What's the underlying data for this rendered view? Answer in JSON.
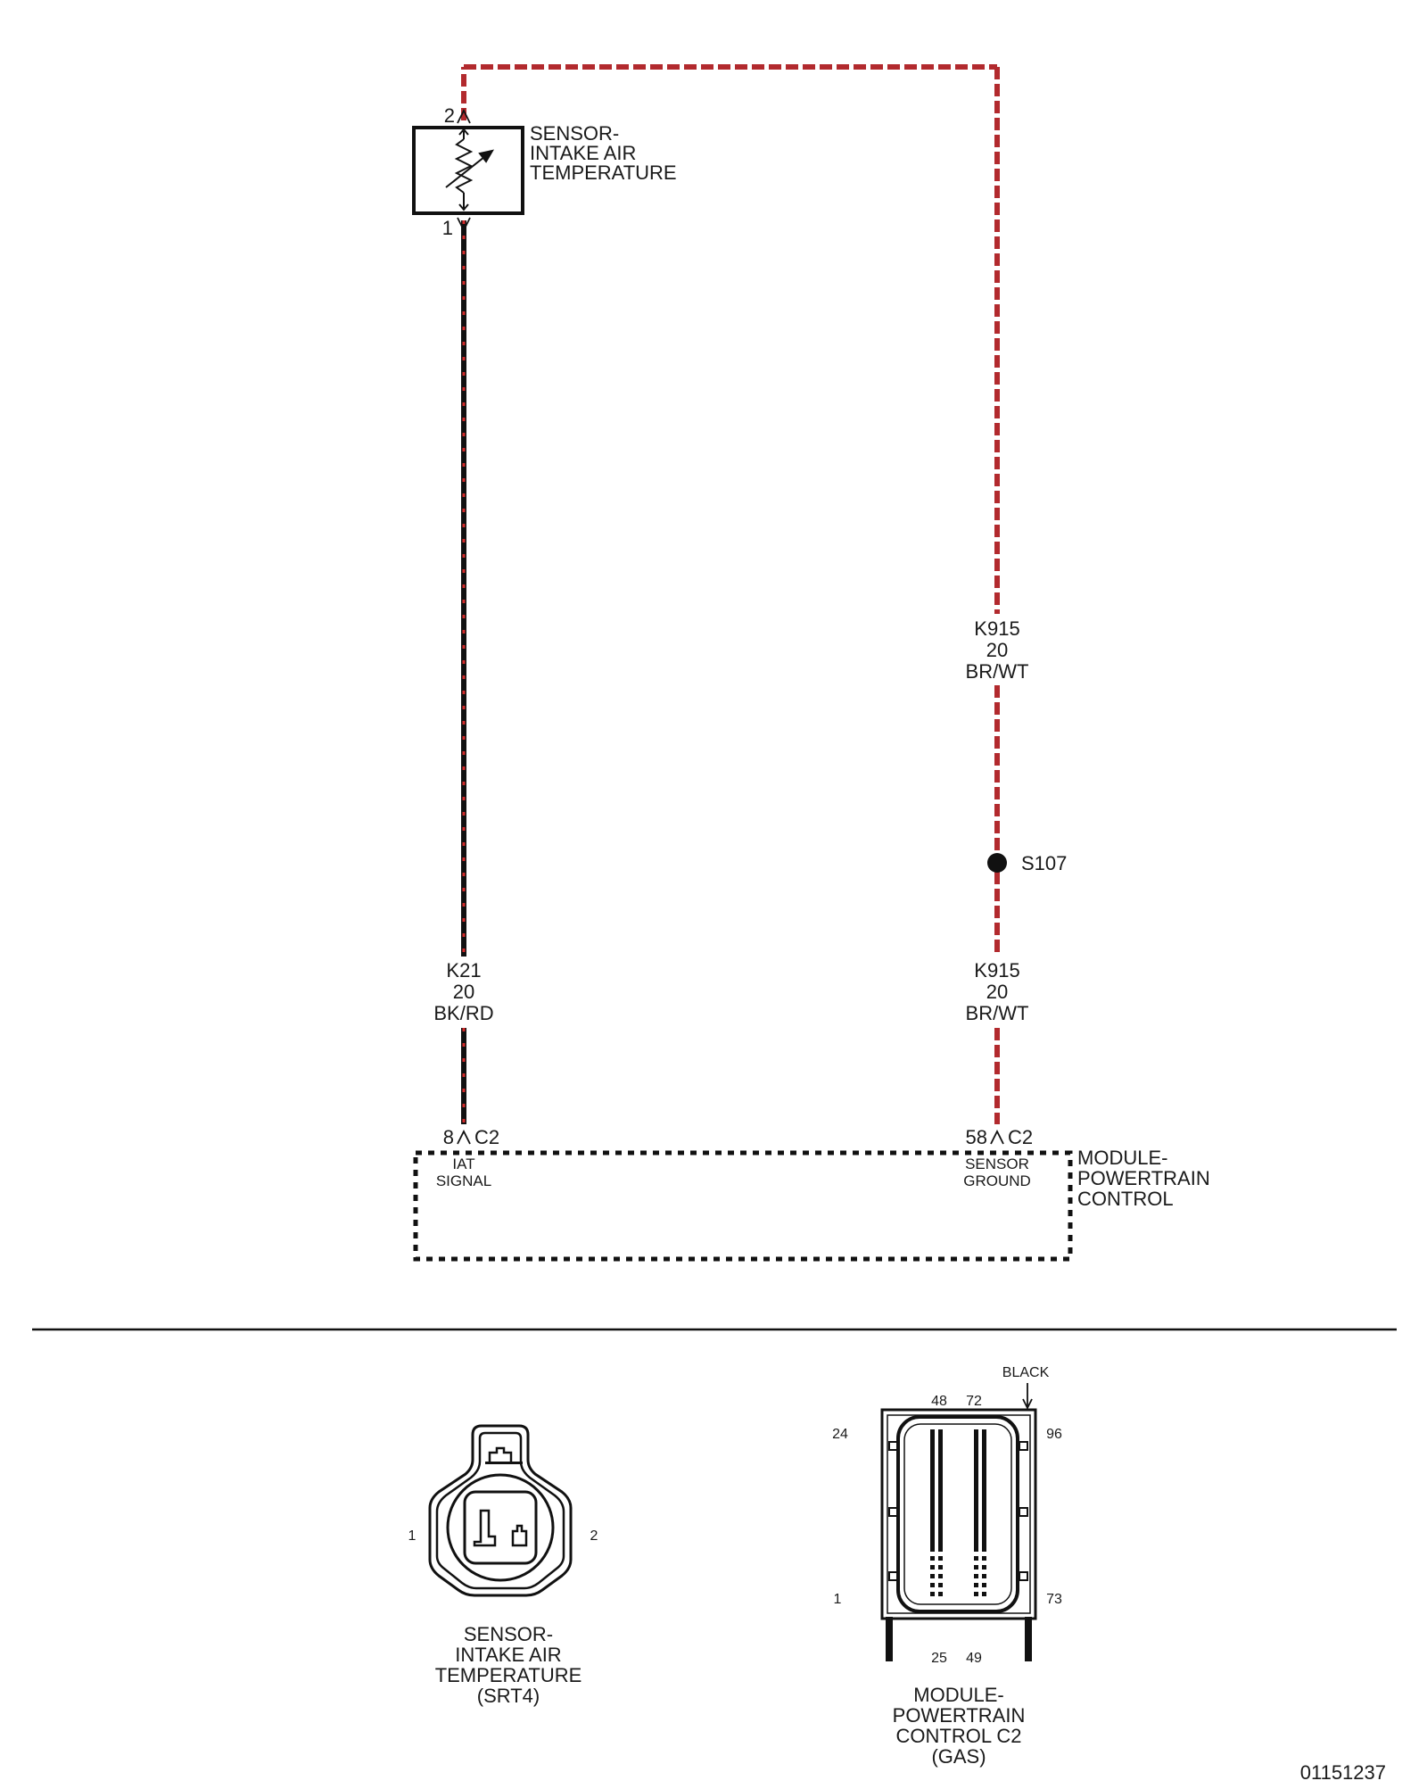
{
  "sensor": {
    "pin_top": "2",
    "pin_bottom": "1",
    "label": [
      "SENSOR-",
      "INTAKE AIR",
      "TEMPERATURE"
    ]
  },
  "wires": {
    "k915_upper": [
      "K915",
      "20",
      "BR/WT"
    ],
    "k915_lower": [
      "K915",
      "20",
      "BR/WT"
    ],
    "k21": [
      "K21",
      "20",
      "BK/RD"
    ],
    "splice": "S107",
    "colors": {
      "br_wt": "#b22a2e",
      "bk_rd_base": "#111111",
      "bk_rd_tracer": "#d42b2b"
    }
  },
  "module": {
    "pin_left": "8",
    "pin_right": "58",
    "connector": "C2",
    "pin_left_name": [
      "IAT",
      "SIGNAL"
    ],
    "pin_right_name": [
      "SENSOR",
      "GROUND"
    ],
    "label": [
      "MODULE-",
      "POWERTRAIN",
      "CONTROL"
    ]
  },
  "connector_sensor": {
    "pin_left": "1",
    "pin_right": "2",
    "caption": [
      "SENSOR-",
      "INTAKE AIR",
      "TEMPERATURE",
      "(SRT4)"
    ]
  },
  "connector_pcm": {
    "color": "BLACK",
    "pins": {
      "top_a": "48",
      "top_b": "72",
      "left_top": "24",
      "right_top": "96",
      "left_bottom": "1",
      "right_bottom": "73",
      "bottom_a": "25",
      "bottom_b": "49"
    },
    "caption": [
      "MODULE-",
      "POWERTRAIN",
      "CONTROL C2",
      "(GAS)"
    ]
  },
  "figure_id": "01151237"
}
